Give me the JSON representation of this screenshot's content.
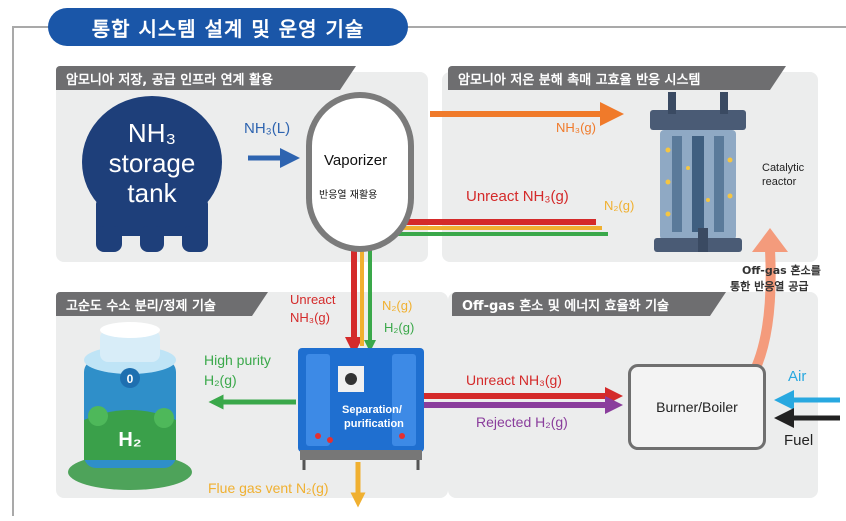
{
  "header": {
    "title": "통합 시스템 설계 및 운영 기술"
  },
  "panels": {
    "storage": "암모니아 저장, 공급 인프라 연계 활용",
    "catalyst": "암모니아 저온 분해 촉매 고효율 반응 시스템",
    "separation": "고순도 수소 분리/정제 기술",
    "offgas": "Off-gas 혼소 및 에너지 효율화 기술"
  },
  "tank": {
    "line1": "NH₃",
    "line2": "storage",
    "line3": "tank"
  },
  "vaporizer": {
    "label": "Vaporizer",
    "sublabel": "반응열 재활용"
  },
  "reactor": {
    "label_line1": "Catalytic",
    "label_line2": "reactor"
  },
  "unit": {
    "line1": "Separation/",
    "line2": "purification"
  },
  "burner": {
    "label": "Burner/Boiler"
  },
  "flows": {
    "nh3_liquid": "NH₃(L)",
    "nh3_gas": "NH₃(g)",
    "unreact_top": "Unreact NH₃(g)",
    "n2_top": "N₂(g)",
    "unreact_mid_1": "Unreact",
    "unreact_mid_2": "NH₃(g)",
    "n2_mid": "N₂(g)",
    "h2_mid": "H₂(g)",
    "high_purity_1": "High purity",
    "high_purity_2": "H₂(g)",
    "unreact_right": "Unreact NH₃(g)",
    "rejected": "Rejected H₂(g)",
    "air": "Air",
    "fuel": "Fuel",
    "flue": "Flue gas vent N₂(g)",
    "offgas_1": "Off-gas 혼소를",
    "offgas_2": "통한 반응열 공급"
  },
  "colors": {
    "header": "#1a56a8",
    "nh3_liquid": "#2e64b0",
    "nh3_gas": "#f07a2a",
    "unreact": "#d42a2a",
    "n2": "#f0b030",
    "h2": "#3aa84a",
    "rejected": "#8a3d9c",
    "air": "#28a8e0",
    "offgas_arrow": "#f49b7c"
  },
  "icons": {
    "reactor": "reactor-vessel-icon",
    "h2_tank": "hydrogen-tank-icon",
    "separation": "separation-unit-icon"
  }
}
